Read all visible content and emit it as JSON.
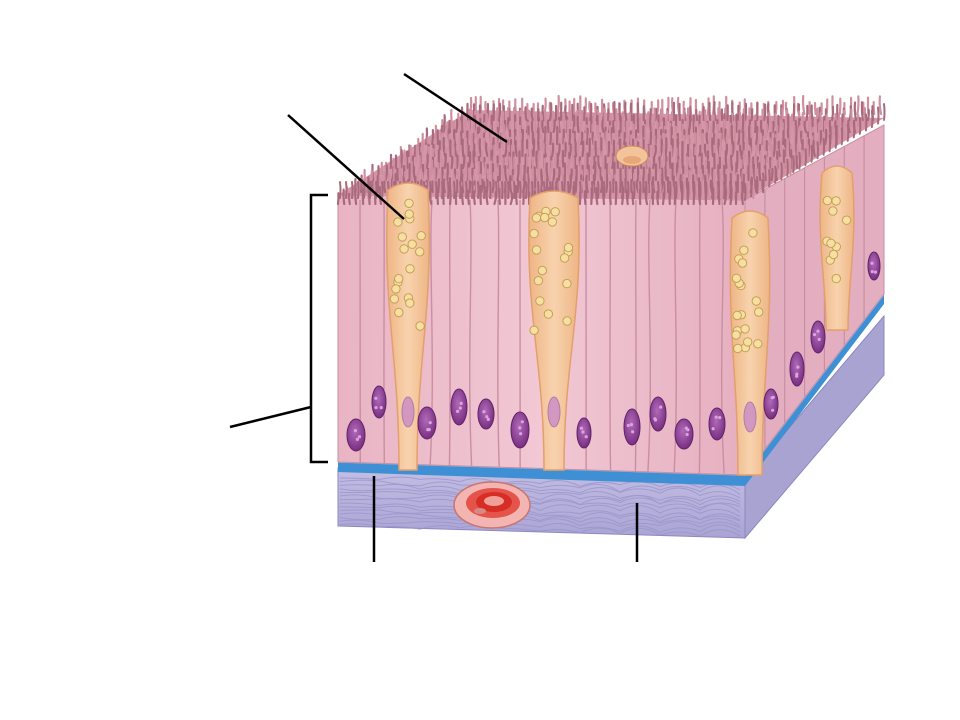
{
  "diagram": {
    "structures": [
      "cilia",
      "goblet-cell",
      "epithelial-layer",
      "basement-membrane",
      "connective-tissue",
      "blood-vessel"
    ],
    "labels": [],
    "colors": {
      "background": "#ffffff",
      "cilia_fill": "#cf8fa0",
      "cilia_stroke": "#a86a7c",
      "cell_fill": "#ebbcca",
      "cell_stroke": "#c98ea2",
      "side_fill": "#e3aec0",
      "goblet_fill": "#f3c49a",
      "goblet_stroke": "#e39f6c",
      "granule_fill": "#f7dfa3",
      "granule_stroke": "#c4a052",
      "nucleus_fill": "#8e3f96",
      "nucleus_stroke": "#5f2467",
      "basement_membrane": "#3f8fd4",
      "connective_fill": "#b8b3dc",
      "connective_stroke": "#8d87c2",
      "vessel_outer": "#f3b5b1",
      "vessel_inner": "#d62d24",
      "leader_line": "#000000"
    }
  }
}
